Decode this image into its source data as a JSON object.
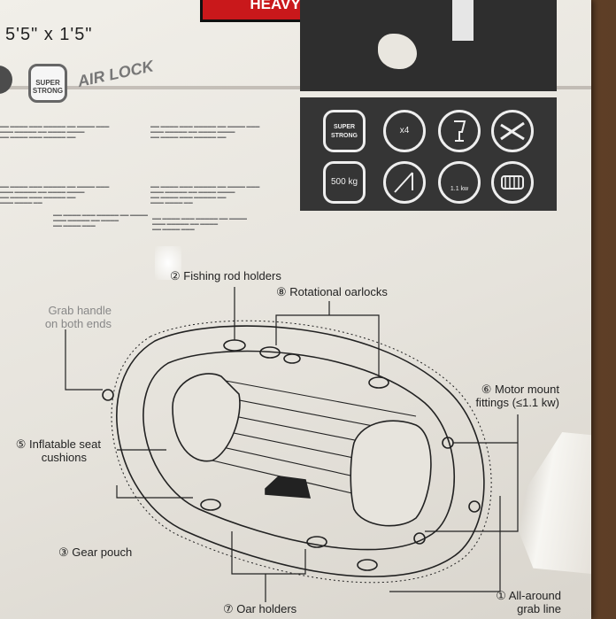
{
  "packaging": {
    "badge_text": "HEAVY",
    "dimensions_text": "5'5\" x 1'5\"",
    "logos": {
      "super_strong": "SUPER STRONG",
      "air_lock": "AIR LOCK"
    }
  },
  "feature_icons": [
    {
      "icon": "super-strong-icon",
      "text": "SUPER STRONG"
    },
    {
      "icon": "four-person-icon",
      "text": "x4"
    },
    {
      "icon": "drink-glass-icon",
      "text": ""
    },
    {
      "icon": "oars-icon",
      "text": ""
    },
    {
      "icon": "weight-capacity-icon",
      "text": "500 kg"
    },
    {
      "icon": "fishing-icon",
      "text": ""
    },
    {
      "icon": "motor-icon",
      "text": "1.1 kw"
    },
    {
      "icon": "seat-cushion-icon",
      "text": ""
    }
  ],
  "diagram_labels": {
    "fishing_rod_holders": "② Fishing rod holders",
    "rotational_oarlocks": "⑧ Rotational oarlocks",
    "grab_handle": "Grab handle",
    "grab_handle_2": "on both ends",
    "motor_mount": "⑥ Motor mount",
    "motor_mount_2": "fittings (≤1.1 kw)",
    "inflatable_seat": "⑤ Inflatable seat",
    "inflatable_seat_2": "cushions",
    "gear_pouch": "③ Gear pouch",
    "oar_holders": "⑦ Oar holders",
    "all_around": "① All-around",
    "all_around_2": "grab line"
  }
}
